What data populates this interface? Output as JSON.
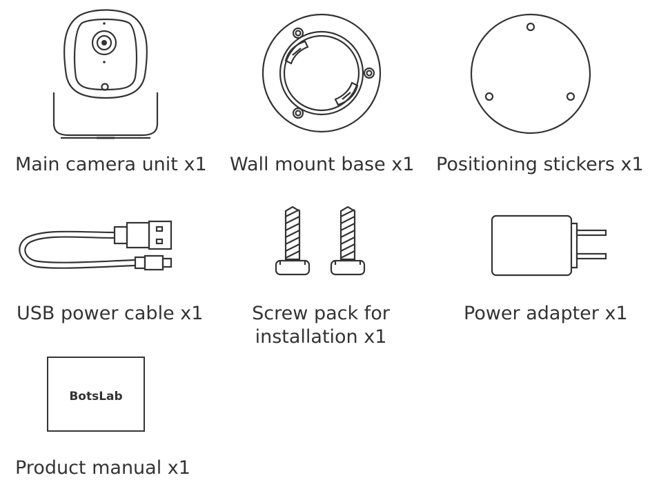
{
  "items": [
    {
      "id": "camera",
      "icon": "camera-icon",
      "label": "Main camera unit x1"
    },
    {
      "id": "wall-mount",
      "icon": "wall-mount-icon",
      "label": "Wall mount base x1"
    },
    {
      "id": "stickers",
      "icon": "sticker-icon",
      "label": "Positioning stickers x1"
    },
    {
      "id": "usb-cable",
      "icon": "usb-cable-icon",
      "label": "USB power cable x1"
    },
    {
      "id": "screws",
      "icon": "screw-icon",
      "label_line1": "Screw pack for",
      "label_line2": "installation x1"
    },
    {
      "id": "adapter",
      "icon": "power-adapter-icon",
      "label": "Power adapter x1"
    },
    {
      "id": "manual",
      "icon": "manual-icon",
      "brand": "BotsLab",
      "label": "Product manual x1"
    }
  ],
  "colors": {
    "line": "#333333",
    "text": "#333333",
    "background": "#ffffff"
  }
}
